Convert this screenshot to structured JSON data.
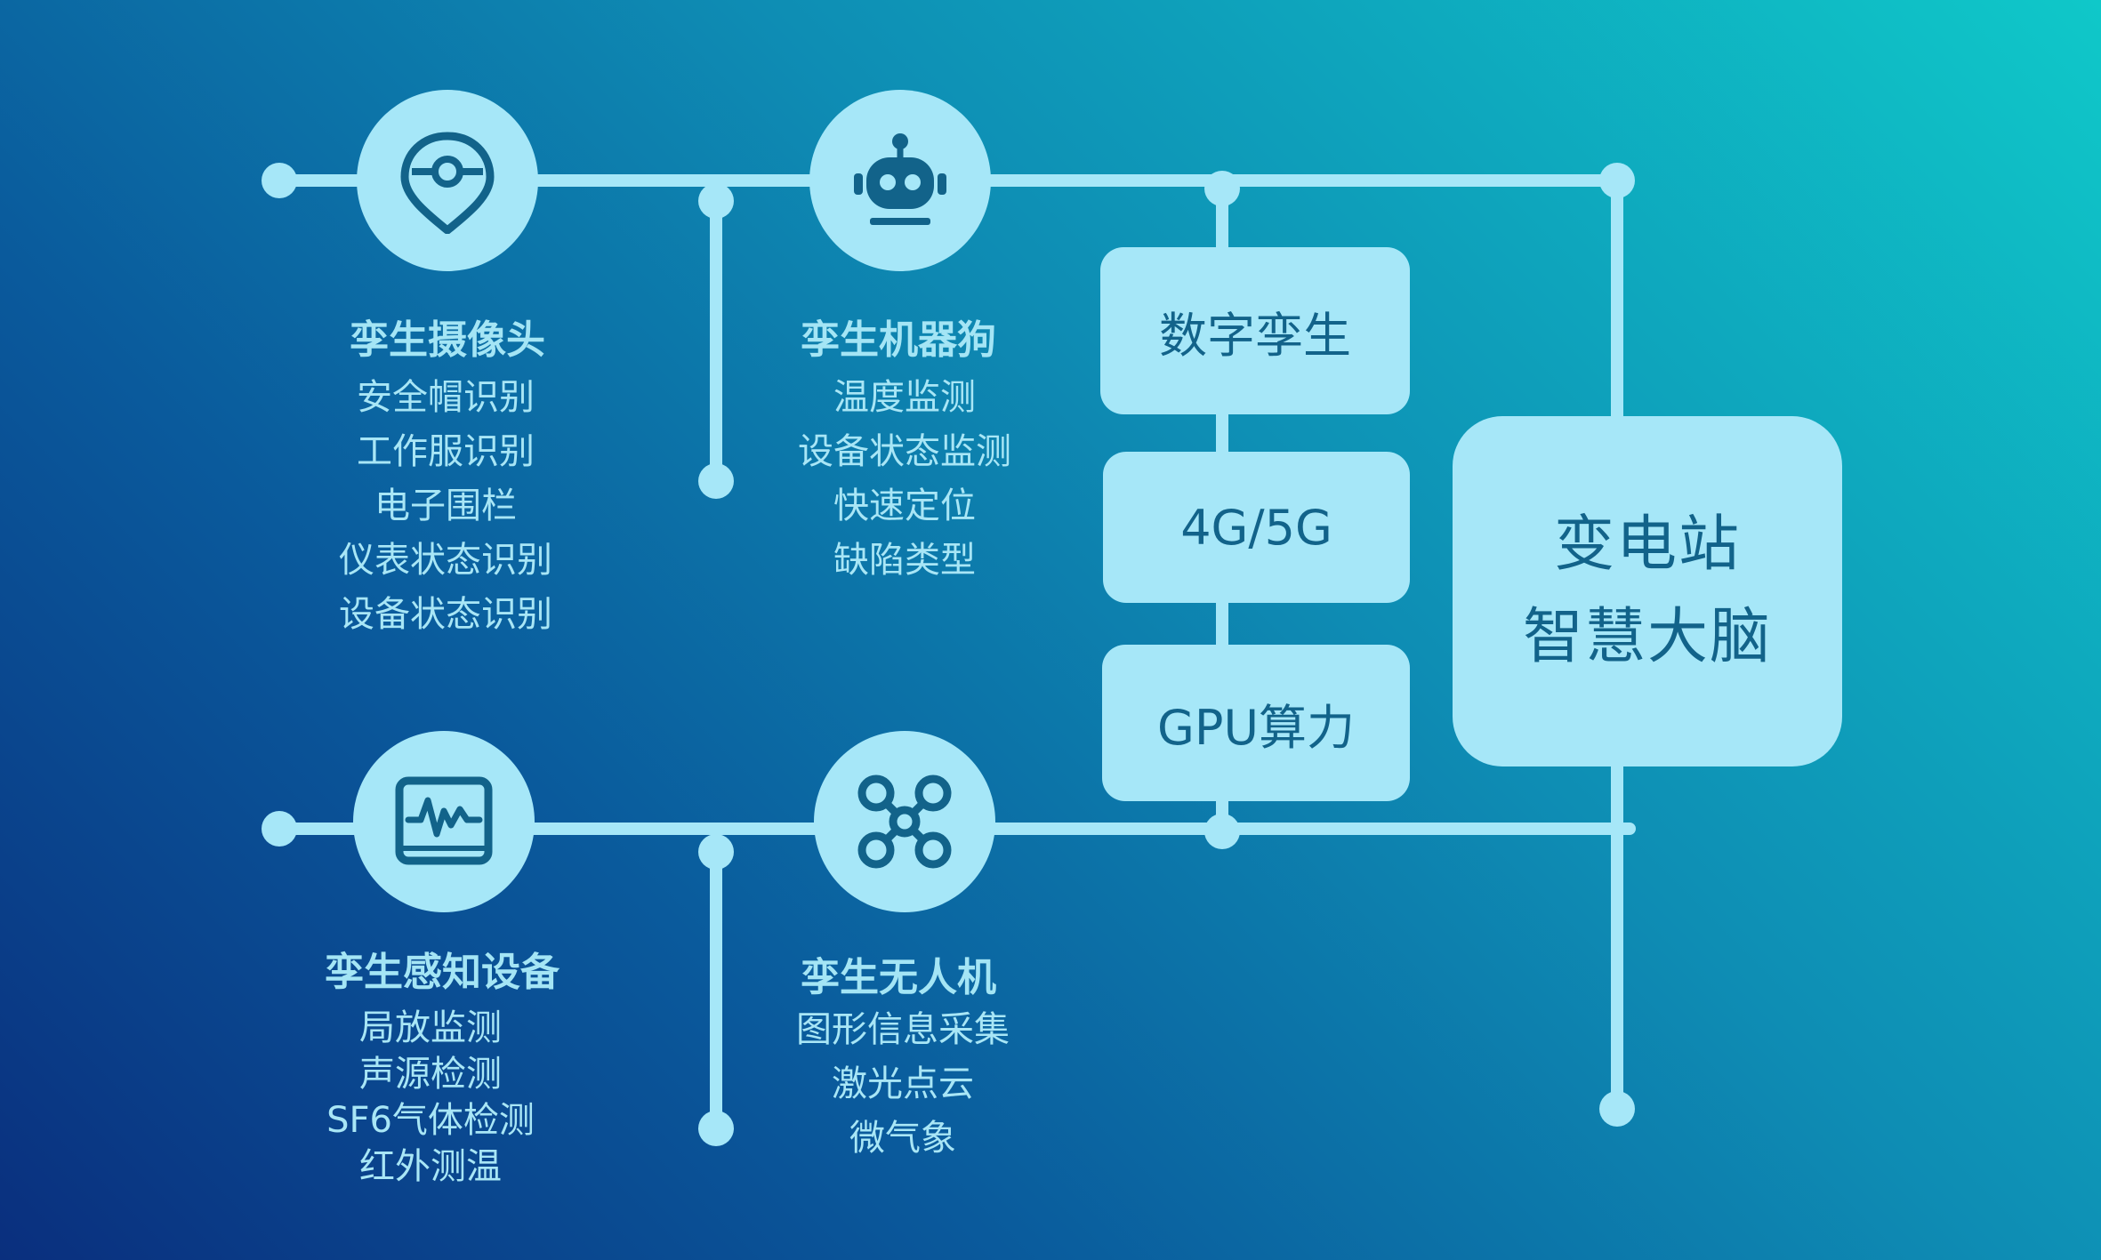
{
  "groups": {
    "camera": {
      "icon": "location-pin-icon",
      "title": "孪生摄像头",
      "items": [
        "安全帽识别",
        "工作服识别",
        "电子围栏",
        "仪表状态识别",
        "设备状态识别"
      ]
    },
    "robot_dog": {
      "icon": "robot-icon",
      "title": "孪生机器狗",
      "items": [
        "温度监测",
        "设备状态监测",
        "快速定位",
        "缺陷类型"
      ]
    },
    "sensor": {
      "icon": "waveform-monitor-icon",
      "title": "孪生感知设备",
      "items": [
        "局放监测",
        "声源检测",
        "SF6气体检测",
        "红外测温"
      ]
    },
    "drone": {
      "icon": "drone-icon",
      "title": "孪生无人机",
      "items": [
        "图形信息采集",
        "激光点云",
        "微气象"
      ]
    }
  },
  "center_stack": [
    "数字孪生",
    "4G/5G",
    "GPU算力"
  ],
  "brain": {
    "line1": "变电站",
    "line2": "智慧大脑"
  },
  "colors": {
    "accent": "#a6e7f8",
    "text_dark": "#12638a",
    "bg_start": "#0a2f7e",
    "bg_end": "#0fc8c9"
  }
}
